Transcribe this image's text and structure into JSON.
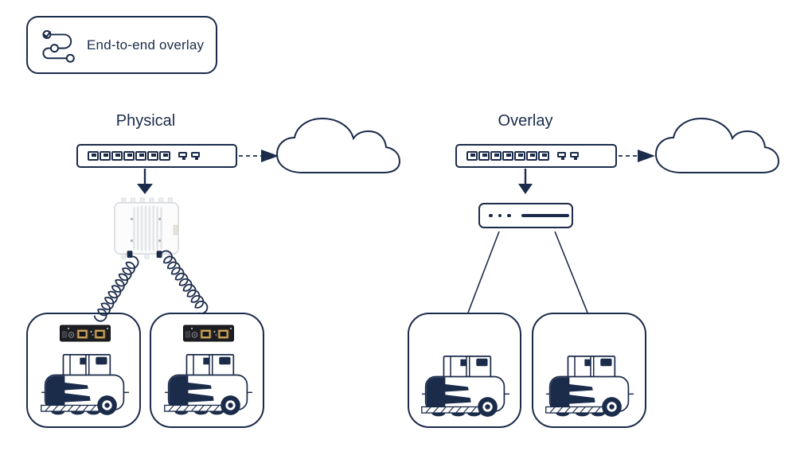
{
  "legend": {
    "label": "End-to-end overlay",
    "icon": "end-to-end-overlay-icon"
  },
  "sections": {
    "physical": {
      "title": "Physical",
      "switch": {
        "icon": "ethernet-switch-icon",
        "ports": 7,
        "uplinks": 2
      },
      "cloud": {
        "icon": "cloud-icon"
      },
      "access_point": {
        "icon": "outdoor-access-point-icon"
      },
      "links": {
        "switch_to_cloud": "dashed-arrow",
        "switch_to_access_point": "solid-arrow",
        "access_point_to_vehicles": "coiled-cable"
      },
      "vehicles": [
        {
          "icon": "agv-robot-icon",
          "router": {
            "icon": "vehicle-router-icon"
          }
        },
        {
          "icon": "agv-robot-icon",
          "router": {
            "icon": "vehicle-router-icon"
          }
        }
      ]
    },
    "overlay": {
      "title": "Overlay",
      "switch": {
        "icon": "ethernet-switch-icon",
        "ports": 7,
        "uplinks": 2
      },
      "cloud": {
        "icon": "cloud-icon"
      },
      "gateway": {
        "icon": "overlay-node-icon",
        "dots": 3
      },
      "links": {
        "switch_to_cloud": "dashed-arrow",
        "switch_to_gateway": "solid-arrow",
        "gateway_to_vehicles": "straight-line"
      },
      "vehicles": [
        {
          "icon": "agv-robot-icon"
        },
        {
          "icon": "agv-robot-icon"
        }
      ]
    }
  },
  "colors": {
    "ink": "#1B2B4A",
    "background": "#FFFFFF",
    "router_body": "#1D1E24",
    "router_port_gold": "#C9A05C",
    "ap_body": "#FCFCFD",
    "ap_detail": "#D7DADE"
  }
}
